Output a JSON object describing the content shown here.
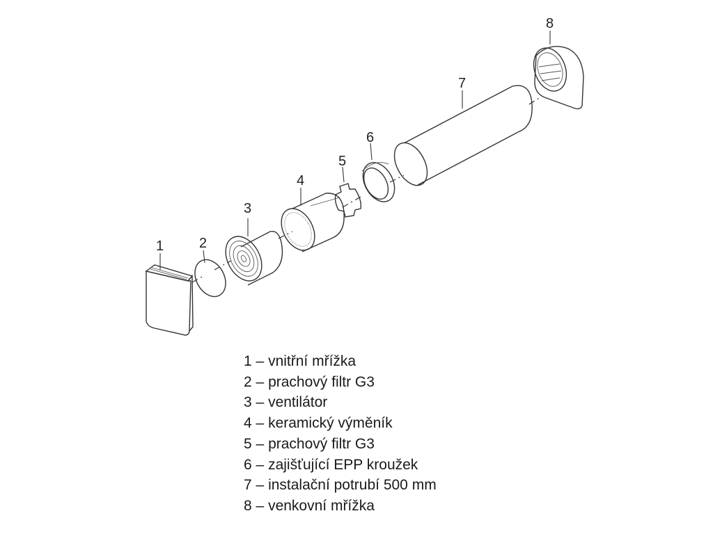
{
  "parts": [
    {
      "number": "1",
      "label": "vnitřní mřížka"
    },
    {
      "number": "2",
      "label": "prachový filtr G3"
    },
    {
      "number": "3",
      "label": "ventilátor"
    },
    {
      "number": "4",
      "label": "keramický výměník"
    },
    {
      "number": "5",
      "label": "prachový filtr G3"
    },
    {
      "number": "6",
      "label": "zajišťující EPP kroužek"
    },
    {
      "number": "7",
      "label": "instalační potrubí 500 mm"
    },
    {
      "number": "8",
      "label": "venkovní mřížka"
    }
  ],
  "separator": "–"
}
